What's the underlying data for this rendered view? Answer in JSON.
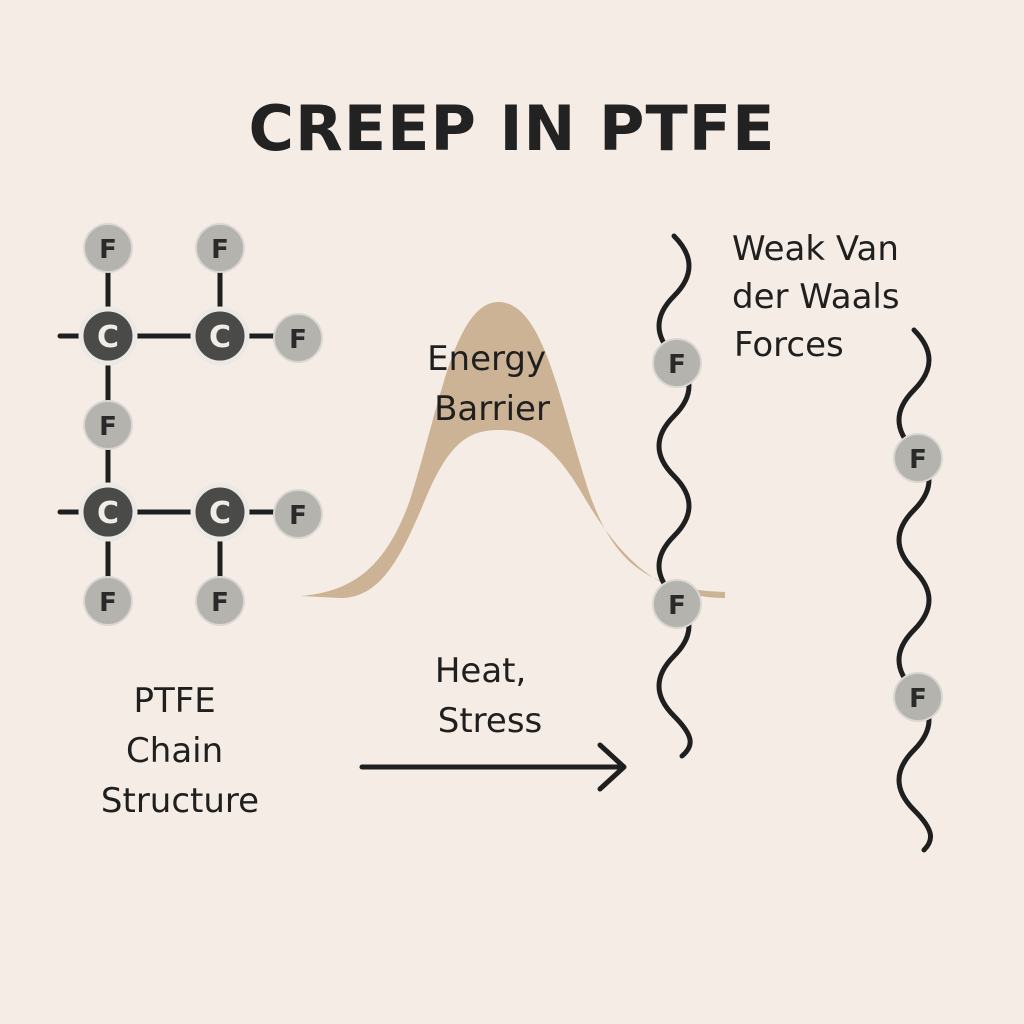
{
  "title": "CREEP IN PTFE",
  "labels": {
    "energy_barrier": [
      "Energy",
      "Barrier"
    ],
    "chain_structure": [
      "PTFE",
      "Chain",
      "Structure"
    ],
    "heat_stress": [
      "Heat,",
      "Stress"
    ],
    "van_der_waals": [
      "Weak Van",
      "der Waals",
      "Forces"
    ]
  },
  "atoms": {
    "carbon": "C",
    "fluorine": "F"
  },
  "colors": {
    "background": "#f5ede5",
    "barrier_fill": "#cdb396",
    "fluorine": "#b4b3ad",
    "carbon": "#4a4a48",
    "ink": "#1f1f1f"
  }
}
